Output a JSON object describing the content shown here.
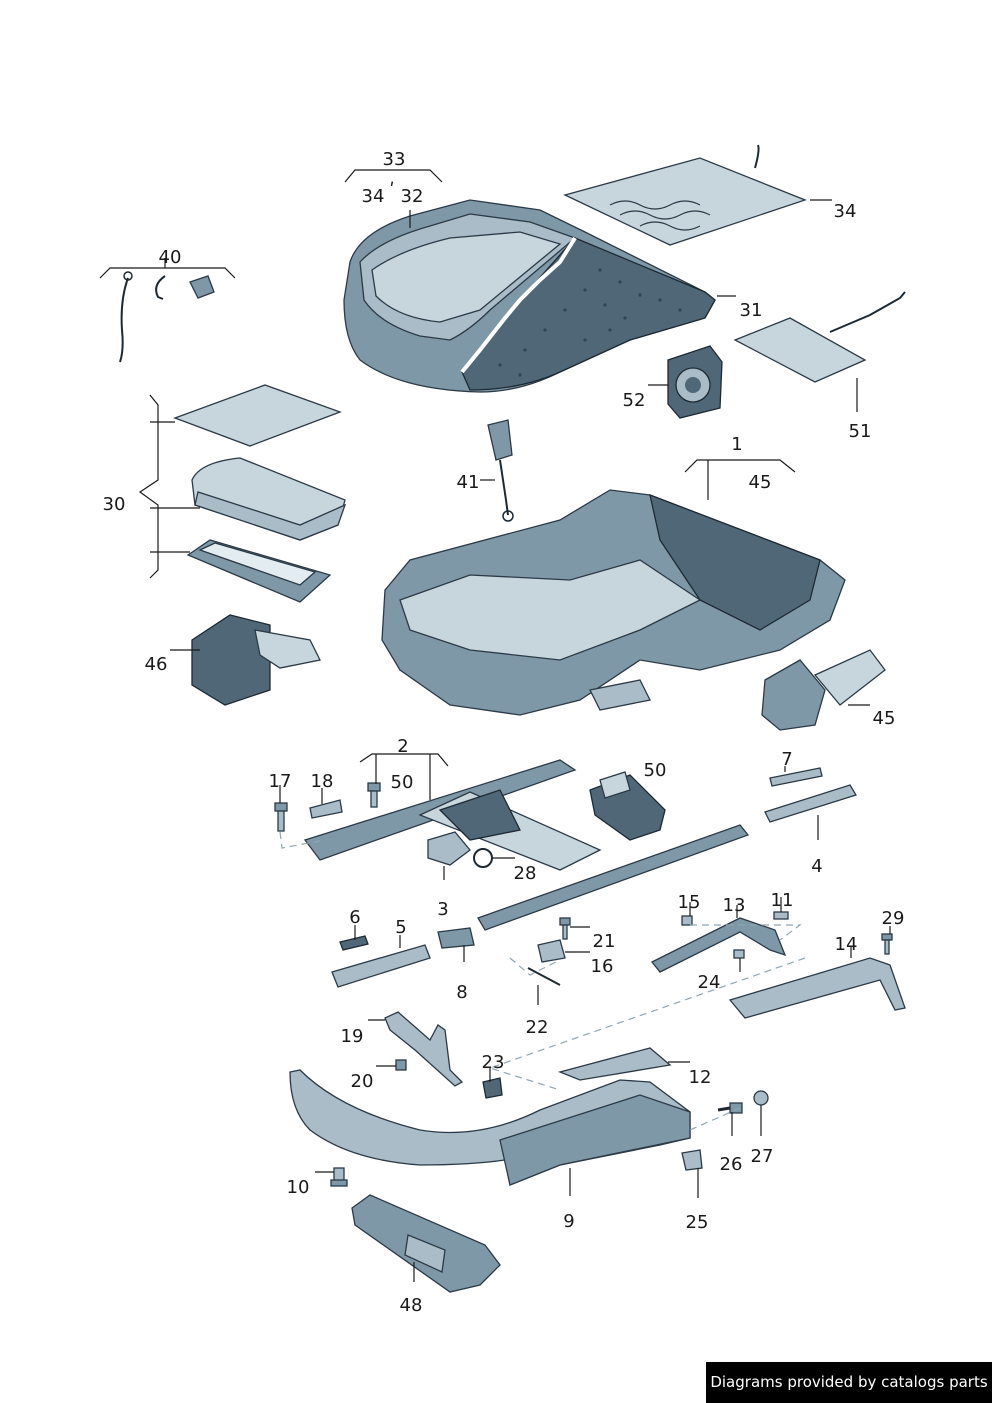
{
  "diagram": {
    "callouts": [
      "33",
      "34",
      "32",
      "34",
      "40",
      "31",
      "52",
      "51",
      "1",
      "45",
      "41",
      "30",
      "46",
      "45",
      "2",
      "17",
      "18",
      "50",
      "50",
      "7",
      "4",
      "28",
      "3",
      "6",
      "5",
      "15",
      "13",
      "11",
      "29",
      "21",
      "16",
      "8",
      "24",
      "14",
      "22",
      "19",
      "23",
      "12",
      "20",
      "27",
      "26",
      "10",
      "9",
      "25",
      "48"
    ]
  },
  "watermark": {
    "text": "Diagrams provided by catalogs parts"
  },
  "colors": {
    "part_light": "#c7d5dd",
    "part_mid": "#7f98a8",
    "part_dark": "#4f6777",
    "line": "#1a1a1a"
  }
}
